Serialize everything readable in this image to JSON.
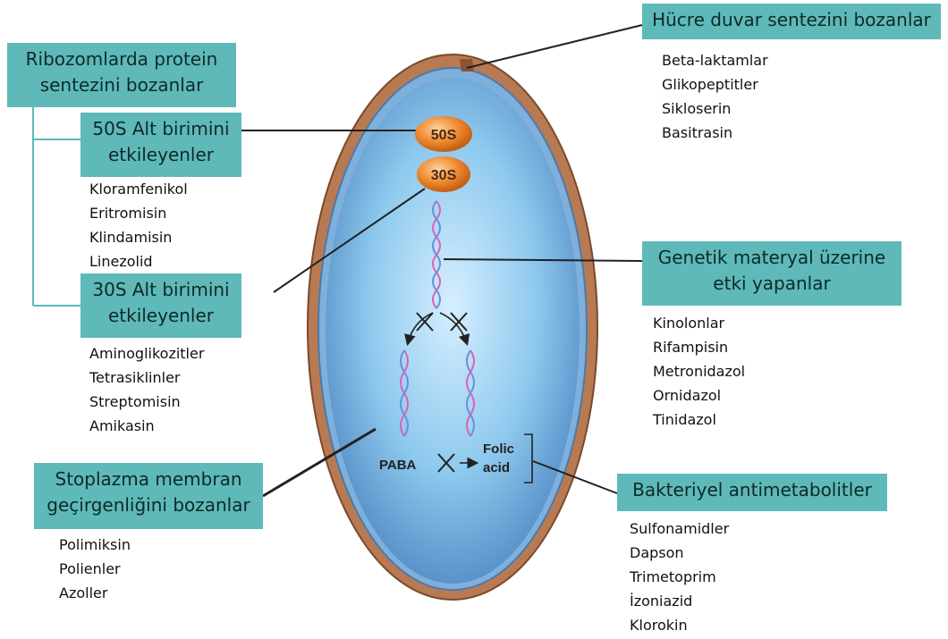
{
  "ribosomes": {
    "large": "50S",
    "small": "30S"
  },
  "paba_label": "PABA",
  "folic_label": [
    "Folic",
    "acid"
  ],
  "categories": {
    "cell_wall": {
      "title": [
        "Hücre duvar sentezini bozanlar"
      ],
      "drugs": [
        "Beta-laktamlar",
        "Glikopeptitler",
        "Sikloserin",
        "Basitrasin"
      ]
    },
    "protein_synthesis": {
      "title": [
        "Ribozomlarda protein",
        "sentezini bozanlar"
      ]
    },
    "subunit_50s": {
      "title": [
        "50S Alt birimini",
        "etkileyenler"
      ],
      "drugs": [
        "Kloramfenikol",
        "Eritromisin",
        "Klindamisin",
        "Linezolid"
      ]
    },
    "subunit_30s": {
      "title": [
        "30S Alt birimini",
        "etkileyenler"
      ],
      "drugs": [
        "Aminoglikozitler",
        "Tetrasiklinler",
        "Streptomisin",
        "Amikasin"
      ]
    },
    "genetic_material": {
      "title": [
        "Genetik materyal üzerine",
        "etki yapanlar"
      ],
      "drugs": [
        "Kinolonlar",
        "Rifampisin",
        "Metronidazol",
        "Ornidazol",
        "Tinidazol"
      ]
    },
    "membrane": {
      "title": [
        "Stoplazma membran",
        "geçirgenliğini bozanlar"
      ],
      "drugs": [
        "Polimiksin",
        "Polienler",
        "Azoller"
      ]
    },
    "antimetabolites": {
      "title": [
        "Bakteriyel antimetabolitler"
      ],
      "drugs": [
        "Sulfonamidler",
        "Dapson",
        "Trimetoprim",
        "İzoniazid",
        "Klorokin"
      ]
    }
  },
  "colors": {
    "box_fill": "#5fb9b9",
    "cell_wall": "#b87a52",
    "cytoplasm": "#8ec9ee",
    "ribosome": "#ef8a2e",
    "dna_pink": "#d964b6",
    "dna_blue": "#6f8ed8"
  }
}
